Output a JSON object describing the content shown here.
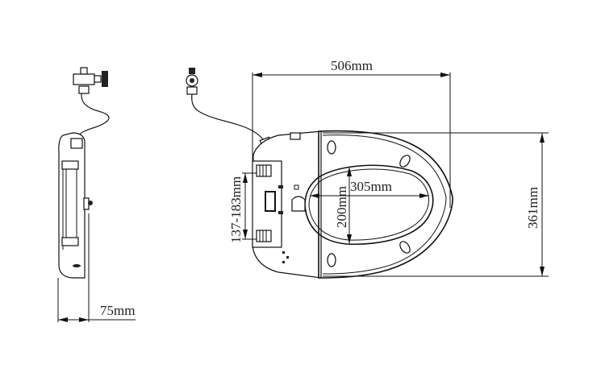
{
  "dimensions": {
    "width_overall": "506mm",
    "height_overall": "361mm",
    "opening_length": "305mm",
    "opening_width": "200mm",
    "mount_range": "137-183mm",
    "side_thickness": "75mm"
  },
  "colors": {
    "line": "#111111",
    "background": "#ffffff"
  }
}
